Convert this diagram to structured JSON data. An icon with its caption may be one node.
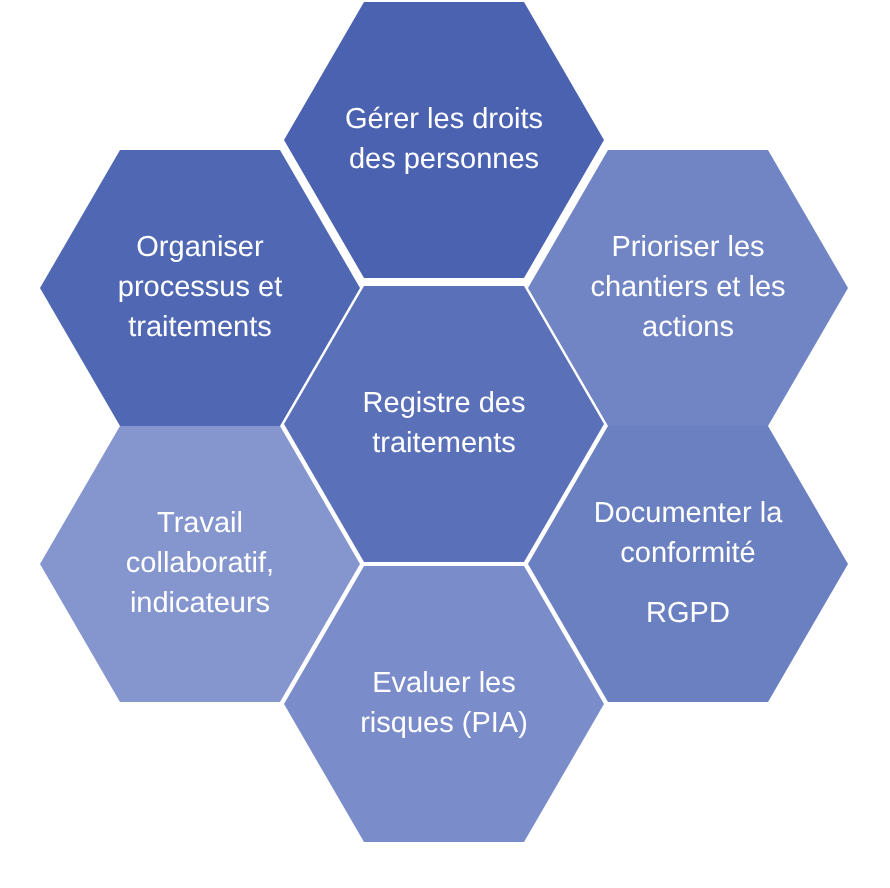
{
  "diagram": {
    "nodes": [
      {
        "text": [
          "Gérer les droits des personnes"
        ]
      },
      {
        "text": [
          "Organiser processus et traitements"
        ]
      },
      {
        "text": [
          "Prioriser les chantiers et les actions"
        ]
      },
      {
        "text": [
          "Registre des traitements"
        ]
      },
      {
        "text": [
          "Travail collaboratif, indicateurs"
        ]
      },
      {
        "text": [
          "Documenter la conformité",
          "RGPD"
        ]
      },
      {
        "text": [
          "Evaluer les risques (PIA)"
        ]
      }
    ]
  }
}
